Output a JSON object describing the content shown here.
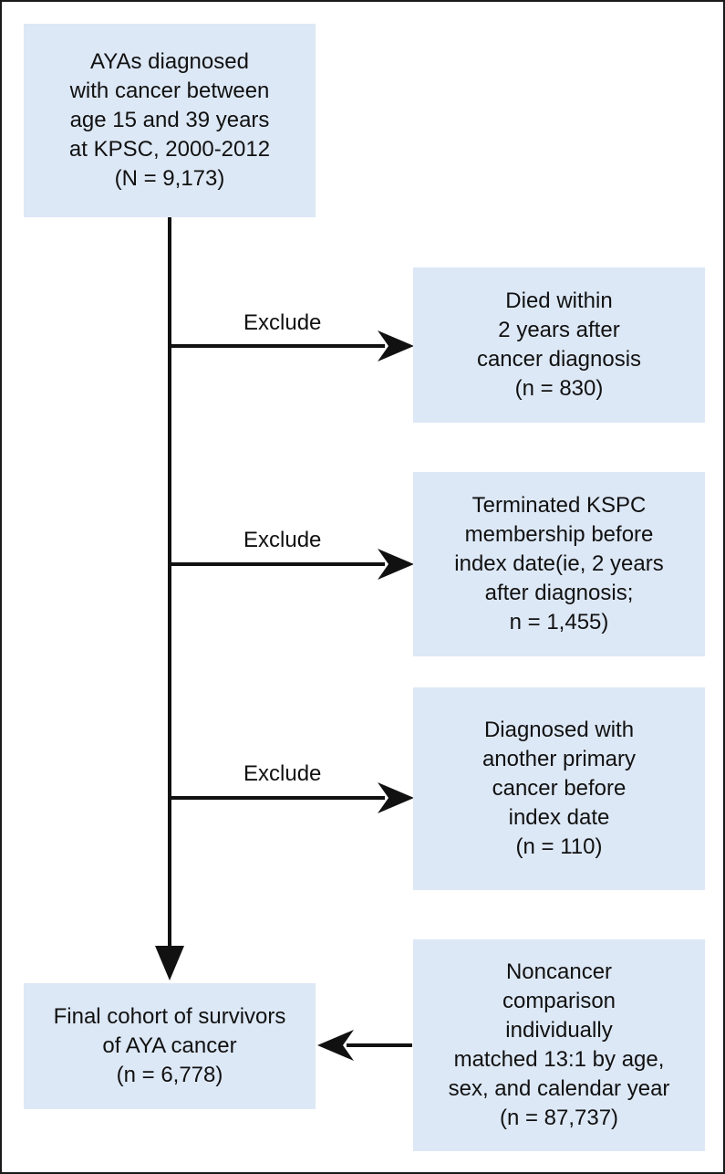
{
  "start_box": {
    "lines": [
      "AYAs diagnosed",
      "with cancer between",
      "age 15 and 39 years",
      "at KPSC,  2000-2012",
      "(N = 9,173)"
    ]
  },
  "exclusions": [
    {
      "label": "Exclude",
      "lines": [
        "Died within",
        "2 years after",
        "cancer diagnosis",
        "(n = 830)"
      ]
    },
    {
      "label": "Exclude",
      "lines": [
        "Terminated KSPC",
        "membership before",
        "index date(ie, 2 years",
        "after diagnosis;",
        "n = 1,455)"
      ]
    },
    {
      "label": "Exclude",
      "lines": [
        "Diagnosed with",
        "another primary",
        "cancer before",
        "index date",
        "(n = 110)"
      ]
    }
  ],
  "final_box": {
    "lines": [
      "Final cohort of survivors",
      "of AYA cancer",
      "(n = 6,778)"
    ]
  },
  "comparison_box": {
    "lines": [
      "Noncancer",
      "comparison",
      "individually",
      "matched 13:1 by age,",
      "sex, and calendar year",
      "(n = 87,737)"
    ]
  },
  "colors": {
    "box_fill": "#dde8f6",
    "line": "#111111",
    "border": "#1a1a1a"
  }
}
